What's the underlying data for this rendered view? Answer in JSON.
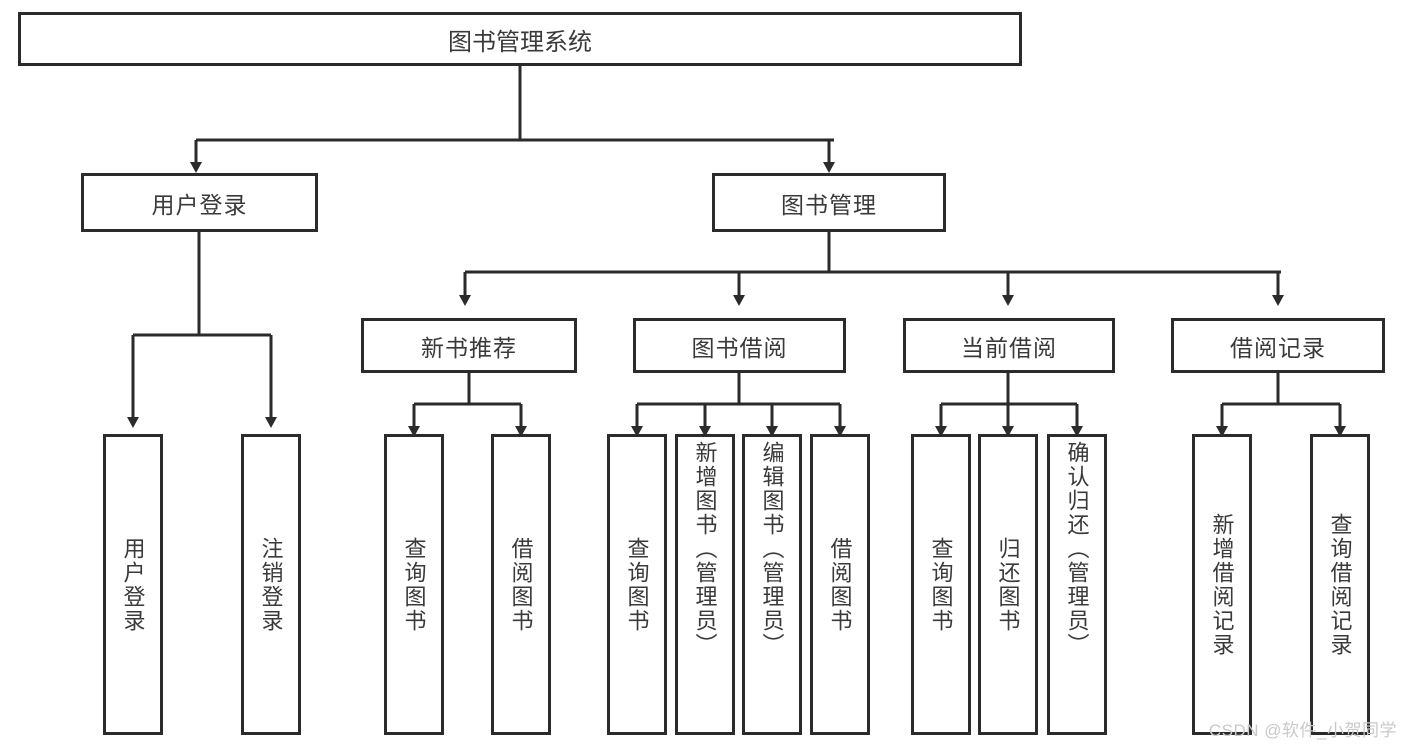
{
  "diagram": {
    "title": "图书管理系统",
    "type": "tree",
    "watermark": "CSDN @软件_小贺同学",
    "colors": {
      "stroke": "#2b2b2b",
      "text": "#3a3a3a",
      "background": "#ffffff",
      "watermark": "#c9c9c9"
    },
    "levels": {
      "root": {
        "label": "图书管理系统"
      },
      "level2": [
        {
          "label": "用户登录"
        },
        {
          "label": "图书管理"
        }
      ],
      "level3": [
        {
          "label": "新书推荐"
        },
        {
          "label": "图书借阅"
        },
        {
          "label": "当前借阅"
        },
        {
          "label": "借阅记录"
        }
      ],
      "leaves": {
        "user_login": [
          {
            "label": "用户登录"
          },
          {
            "label": "注销登录"
          }
        ],
        "new_book_recommend": [
          {
            "label": "查询图书"
          },
          {
            "label": "借阅图书"
          }
        ],
        "book_borrow": [
          {
            "label": "查询图书"
          },
          {
            "label": "新增图书（管理员）"
          },
          {
            "label": "编辑图书（管理员）"
          },
          {
            "label": "借阅图书"
          }
        ],
        "current_borrow": [
          {
            "label": "查询图书"
          },
          {
            "label": "归还图书"
          },
          {
            "label": "确认归还（管理员）"
          }
        ],
        "borrow_record": [
          {
            "label": "新增借阅记录"
          },
          {
            "label": "查询借阅记录"
          }
        ]
      }
    }
  }
}
